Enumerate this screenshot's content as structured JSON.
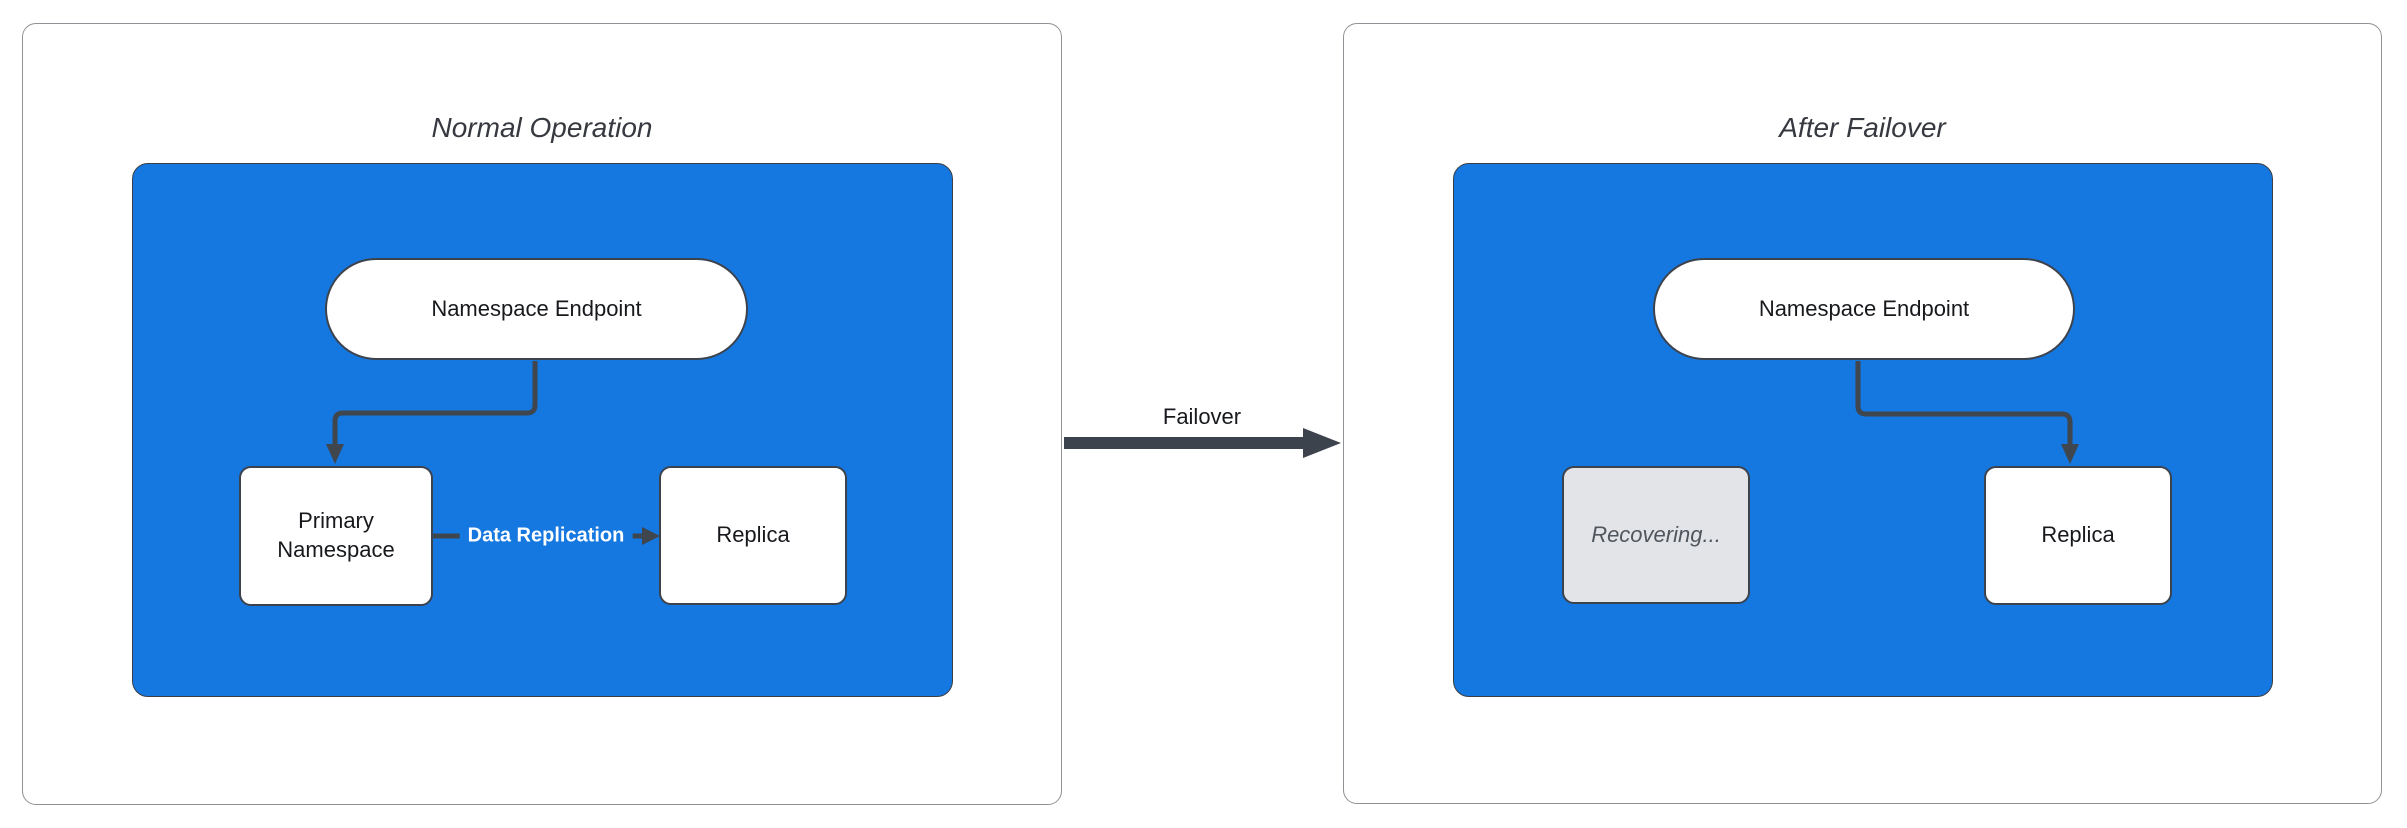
{
  "diagram": {
    "panels": [
      {
        "title": "Normal Operation",
        "endpoint": "Namespace Endpoint",
        "nodes": [
          {
            "label": "Primary Namespace"
          },
          {
            "label": "Replica"
          }
        ],
        "edge_label": "Data Replication"
      },
      {
        "title": "After Failover",
        "endpoint": "Namespace Endpoint",
        "nodes": [
          {
            "label": "Recovering..."
          },
          {
            "label": "Replica"
          }
        ]
      }
    ],
    "transition_label": "Failover"
  },
  "colors": {
    "container_blue": "#1577e0",
    "node_border": "#3c434d",
    "connector": "#40464e",
    "node_fill": "#ffffff",
    "disabled_fill": "#e3e4e7",
    "disabled_text": "#50565e",
    "text_dark": "#17191d",
    "title_text": "#36393f",
    "panel_border": "#8f9296",
    "edge_label_text": "#ffffff"
  }
}
